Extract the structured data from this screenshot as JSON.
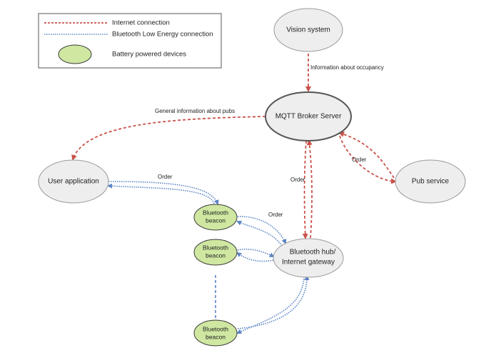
{
  "colors": {
    "internet": "#c9524a",
    "ble": "#5a84c4",
    "node_fill": "#eeeeee",
    "node_stroke": "#9a9a9a",
    "battery_fill": "#cfe7a1",
    "battery_stroke": "#3a3a3a"
  },
  "legend": {
    "internet": "Internet connection",
    "ble": "Bluetooth Low Energy connection",
    "battery": "Battery powered devices"
  },
  "nodes": {
    "vision": "Vision system",
    "mqtt": "MQTT Broker Server",
    "user_app": "User application",
    "pub_service": "Pub service",
    "hub_line1": "Bluetooth hub/",
    "hub_line2": "Internet gateway",
    "beacon1_line1": "Bluetooth",
    "beacon1_line2": "beacon",
    "beacon2_line1": "Bluetooth",
    "beacon2_line2": "beacon",
    "beacon3_line1": "Bluetooth",
    "beacon3_line2": "beacon"
  },
  "edge_labels": {
    "occupancy": "Information about occupancy",
    "pubs_info": "General information about pubs",
    "order_user": "Order",
    "order_beacon": "Order",
    "order_hub": "Order",
    "order_pub": "Order"
  }
}
